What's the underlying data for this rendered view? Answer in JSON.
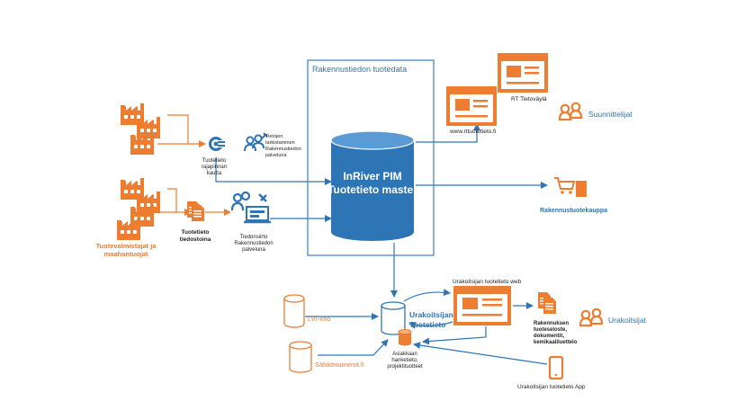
{
  "colors": {
    "orange": "#ED7D31",
    "blue": "#2E75B6",
    "lightblue": "#5B9BD5",
    "dark": "#1F1F1F",
    "frame": "#4A86C8"
  },
  "pim_box": {
    "title": "Rakennustiedon tuotedata",
    "db_line1": "InRiver PIM",
    "db_line2": "Tuotetieto master"
  },
  "manufacturers": {
    "label_line1": "Tuotevalmistajat ja",
    "label_line2": "maahantuojat"
  },
  "interface": {
    "label_line1": "Tuotetieto",
    "label_line2": "rajapinnan",
    "label_line3": "kautta"
  },
  "check": {
    "label_line1": "Tietojen",
    "label_line2": "tarkistaminen",
    "label_line3": "Rakennustiedon",
    "label_line4": "palveluna"
  },
  "files": {
    "label_line1": "Tuotetieto",
    "label_line2": "tiedostoina"
  },
  "transfer": {
    "label_line1": "Tiedonsiirto",
    "label_line2": "Rakennustiedon",
    "label_line3": "palveluna"
  },
  "outputs": {
    "rt_label": "RT Tietoväylä",
    "web_label": "www.rttuotetieto.fi",
    "designers": "Suunnittelijat",
    "shop": "Rakennustuotekauppa"
  },
  "contractor": {
    "db_line1": "Urakoitsijan",
    "db_line2": "Tuotetieto",
    "lvi": "LVI-info",
    "sahko": "Sähkönumerot.fi",
    "customer_line1": "Asiakkaan",
    "customer_line2": "hanketieto,",
    "customer_line3": "projektituotteet",
    "web": "Urakoitsijan tuotetieto web",
    "docs_line1": "Rakennuksen",
    "docs_line2": "tuoteseloste,",
    "docs_line3": "dokumentit,",
    "docs_line4": "kemikaaliluettelo",
    "contractors": "Urakoitsijat",
    "app": "Urakoitsijan tuotetieto App"
  }
}
